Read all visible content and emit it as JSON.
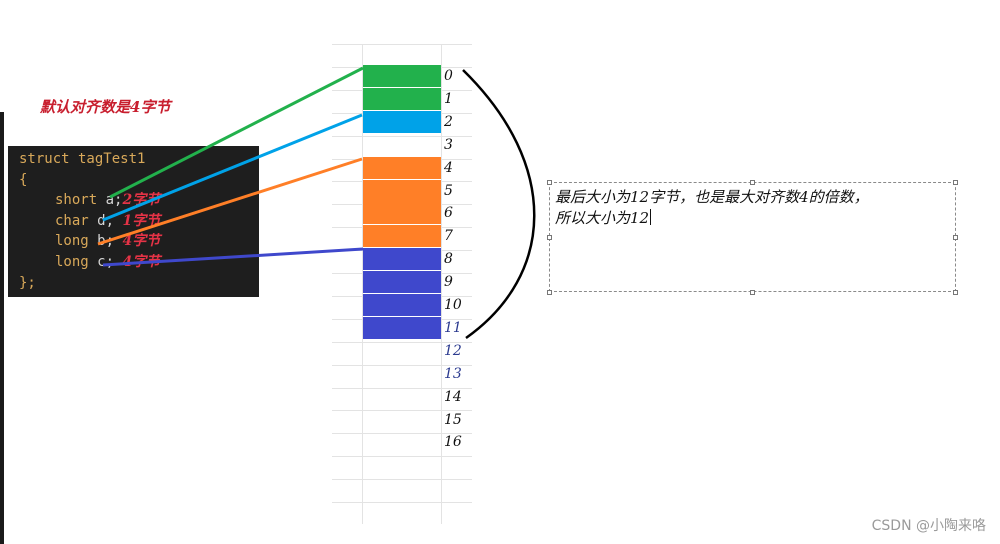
{
  "title": "默认对齐数是4字节",
  "code": {
    "header": "struct tagTest1",
    "open_brace": "{",
    "members": [
      {
        "type": "short",
        "name": "a",
        "sep": ";",
        "size_label": "2字节",
        "color": "#22b14c"
      },
      {
        "type": "char",
        "name": "d",
        "sep": ",",
        "size_label": "1字节",
        "color": "#00a2e8"
      },
      {
        "type": "long",
        "name": "b",
        "sep": ";",
        "size_label": "4字节",
        "color": "#ff7f27"
      },
      {
        "type": "long",
        "name": "c",
        "sep": ";",
        "size_label": "4字节",
        "color": "#3f48cc"
      }
    ],
    "close_brace": "};"
  },
  "memory": {
    "bytes": [
      {
        "index": "0",
        "fill": "#22b14c",
        "member": "a"
      },
      {
        "index": "1",
        "fill": "#22b14c",
        "member": "a"
      },
      {
        "index": "2",
        "fill": "#00a2e8",
        "member": "d"
      },
      {
        "index": "3",
        "fill": null,
        "member": null
      },
      {
        "index": "4",
        "fill": "#ff7f27",
        "member": "b"
      },
      {
        "index": "5",
        "fill": "#ff7f27",
        "member": "b"
      },
      {
        "index": "6",
        "fill": "#ff7f27",
        "member": "b"
      },
      {
        "index": "7",
        "fill": "#ff7f27",
        "member": "b"
      },
      {
        "index": "8",
        "fill": "#3f48cc",
        "member": "c"
      },
      {
        "index": "9",
        "fill": "#3f48cc",
        "member": "c"
      },
      {
        "index": "10",
        "fill": "#3f48cc",
        "member": "c"
      },
      {
        "index": "11",
        "fill": "#3f48cc",
        "member": "c",
        "index_color": "#2b3a8f"
      },
      {
        "index": "12",
        "fill": null,
        "member": null,
        "index_color": "#2b3a8f"
      },
      {
        "index": "13",
        "fill": null,
        "member": null,
        "index_color": "#2b3a8f"
      },
      {
        "index": "14",
        "fill": null,
        "member": null
      },
      {
        "index": "15",
        "fill": null,
        "member": null
      },
      {
        "index": "16",
        "fill": null,
        "member": null
      }
    ]
  },
  "note": {
    "line1": "最后大小为12字节，也是最大对齐数4的倍数，",
    "line2": "所以大小为12"
  },
  "watermark": "CSDN @小陶来咯"
}
